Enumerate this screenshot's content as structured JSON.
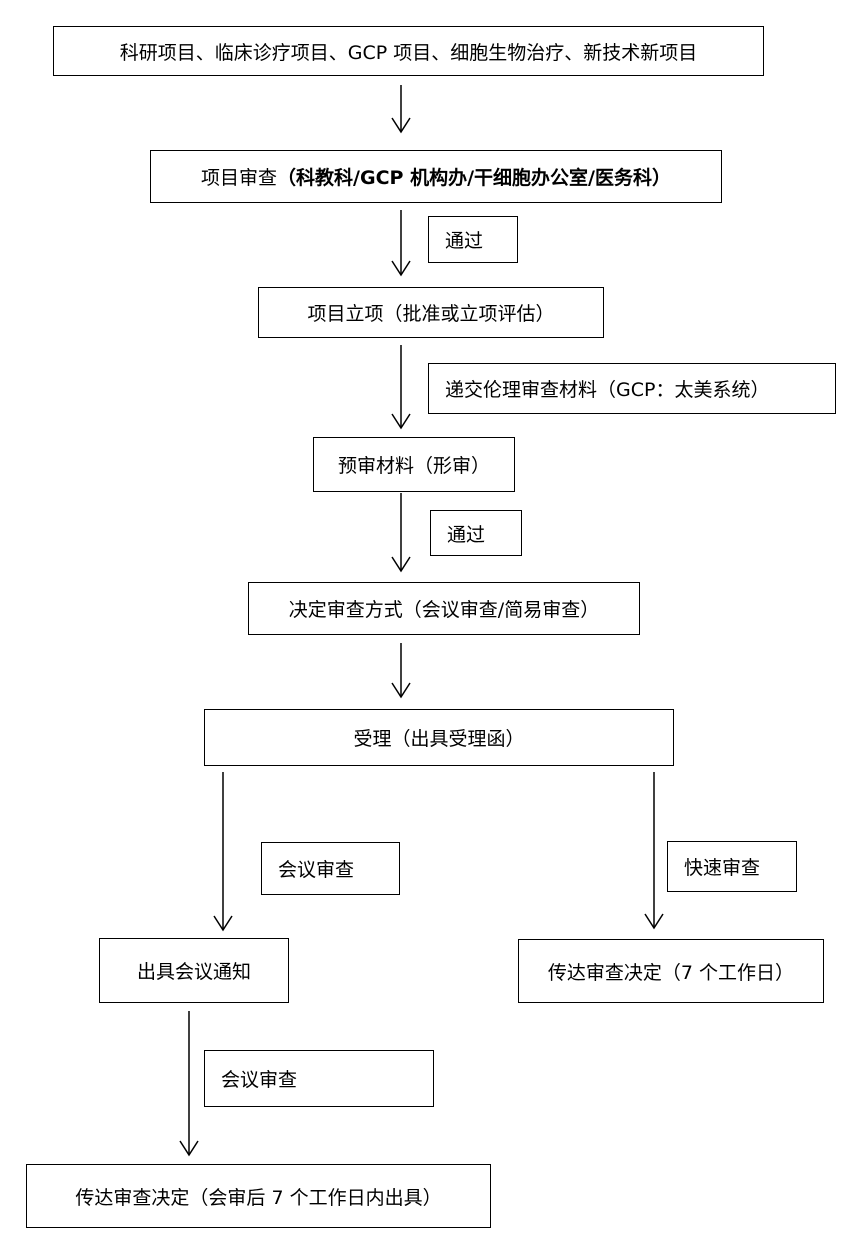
{
  "steps": {
    "s1": "科研项目、临床诊疗项目、GCP 项目、细胞生物治疗、新技术新项目",
    "s2_prefix": "项目审查",
    "s2_bold": "（科教科/GCP 机构办/干细胞办公室/医务科）",
    "s3": "项目立项（批准或立项评估）",
    "s4": "预审材料（形审）",
    "s5": "决定审查方式（会议审查/简易审查）",
    "s6": "受理（出具受理函）",
    "s7_left": "出具会议通知",
    "s7_right": "传达审查决定（7 个工作日）",
    "s8": "传达审查决定（会审后 7 个工作日内出具）"
  },
  "labels": {
    "pass1": "通过",
    "submit": "递交伦理审查材料（GCP：太美系统）",
    "pass2": "通过",
    "meeting_review": "会议审查",
    "fast_review": "快速审查",
    "meeting_review2": "会议审查"
  }
}
